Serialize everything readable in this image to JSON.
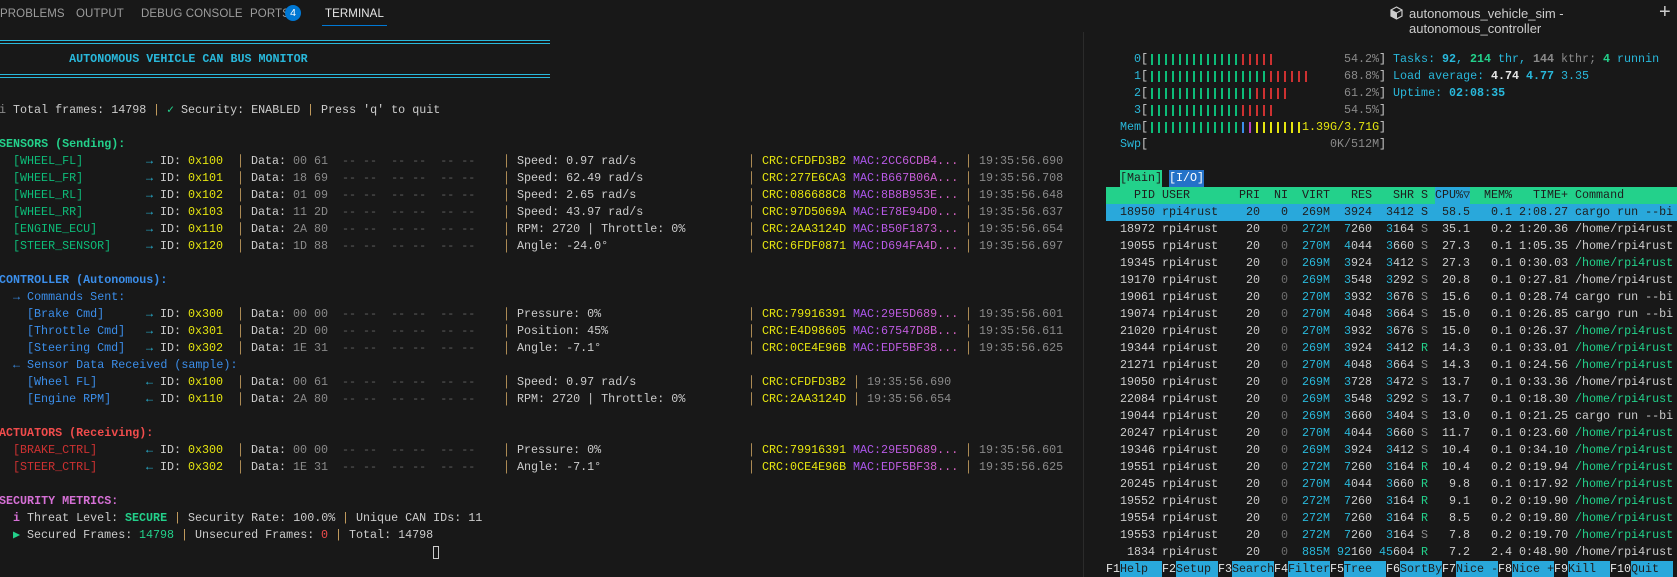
{
  "panel_tabs": [
    {
      "label": "PROBLEMS"
    },
    {
      "label": "OUTPUT"
    },
    {
      "label": "DEBUG CONSOLE"
    },
    {
      "label": "PORTS",
      "badge": "4"
    },
    {
      "label": "TERMINAL",
      "active": true
    }
  ],
  "terminal_title": "autonomous_vehicle_sim - autonomous_controller",
  "new_terminal_label": "+",
  "colors": {
    "background": "#181818",
    "cyan": "#29b8db",
    "green": "#23d18b",
    "dark_green": "#0dbc79",
    "blue": "#3b8eea",
    "red": "#f14c4c",
    "dark_red": "#cd3131",
    "yellow": "#e5e510",
    "magenta": "#d670d6",
    "gray": "#8a8a8a",
    "separator": "#c8a060"
  },
  "can_labels": {
    "id": "ID:",
    "data": "Data:",
    "empty_bytes": "-- --  -- --  -- --",
    "sep": "│"
  },
  "left": {
    "lines": [
      {
        "kind": "border"
      },
      {
        "segments": [
          {
            "t": "          AUTONOMOUS VEHICLE CAN BUS MONITOR",
            "c": "#29b8db",
            "b": true
          }
        ]
      },
      {
        "kind": "border"
      },
      {},
      {
        "segments": [
          {
            "t": "i",
            "c": "#8a8a8a"
          },
          {
            "t": " Total frames: 14798 ",
            "c": "#cccccc"
          },
          {
            "t": "|",
            "c": "#c8a060"
          },
          {
            "t": " ✓",
            "c": "#23d18b"
          },
          {
            "t": " Security: ENABLED ",
            "c": "#cccccc"
          },
          {
            "t": "|",
            "c": "#c8a060"
          },
          {
            "t": " Press 'q' to quit",
            "c": "#cccccc"
          }
        ]
      },
      {},
      {
        "segments": [
          {
            "t": "SENSORS (Sending):",
            "c": "#23d18b",
            "b": true
          }
        ]
      },
      {
        "can": {
          "indent": 2,
          "name": "[WHEEL_FL]",
          "name_color": "#0dbc79",
          "dir": "→",
          "id": "0x100",
          "data": "00 61",
          "value": "Speed: 0.97 rad/s",
          "crc": "CRC:CFDFD3B2",
          "mac": "MAC:2CC6CDB4...",
          "time": "19:35:56.690"
        }
      },
      {
        "can": {
          "indent": 2,
          "name": "[WHEEL_FR]",
          "name_color": "#0dbc79",
          "dir": "→",
          "id": "0x101",
          "data": "18 69",
          "value": "Speed: 62.49 rad/s",
          "crc": "CRC:277E6CA3",
          "mac": "MAC:B667B06A...",
          "time": "19:35:56.708"
        }
      },
      {
        "can": {
          "indent": 2,
          "name": "[WHEEL_RL]",
          "name_color": "#0dbc79",
          "dir": "→",
          "id": "0x102",
          "data": "01 09",
          "value": "Speed: 2.65 rad/s",
          "crc": "CRC:086688C8",
          "mac": "MAC:8B8B953E...",
          "time": "19:35:56.648"
        }
      },
      {
        "can": {
          "indent": 2,
          "name": "[WHEEL_RR]",
          "name_color": "#0dbc79",
          "dir": "→",
          "id": "0x103",
          "data": "11 2D",
          "value": "Speed: 43.97 rad/s",
          "crc": "CRC:97D5069A",
          "mac": "MAC:E78E94D0...",
          "time": "19:35:56.637"
        }
      },
      {
        "can": {
          "indent": 2,
          "name": "[ENGINE_ECU]",
          "name_color": "#0dbc79",
          "dir": "→",
          "id": "0x110",
          "data": "2A 80",
          "value": "RPM: 2720 | Throttle: 0%",
          "crc": "CRC:2AA3124D",
          "mac": "MAC:B50F1873...",
          "time": "19:35:56.654"
        }
      },
      {
        "can": {
          "indent": 2,
          "name": "[STEER_SENSOR]",
          "name_color": "#0dbc79",
          "dir": "→",
          "id": "0x120",
          "data": "1D 88",
          "value": "Angle: -24.0°",
          "crc": "CRC:6FDF0871",
          "mac": "MAC:D694FA4D...",
          "time": "19:35:56.697"
        }
      },
      {},
      {
        "segments": [
          {
            "t": "CONTROLLER (Autonomous):",
            "c": "#3b8eea",
            "b": true
          }
        ]
      },
      {
        "segments": [
          {
            "t": "  → Commands Sent:",
            "c": "#3b8eea"
          }
        ]
      },
      {
        "can": {
          "indent": 4,
          "name": "[Brake Cmd]",
          "name_color": "#3b8eea",
          "dir": "→",
          "id": "0x300",
          "data": "00 00",
          "value": "Pressure: 0%",
          "crc": "CRC:79916391",
          "mac": "MAC:29E5D689...",
          "time": "19:35:56.601"
        }
      },
      {
        "can": {
          "indent": 4,
          "name": "[Throttle Cmd]",
          "name_color": "#3b8eea",
          "dir": "→",
          "id": "0x301",
          "data": "2D 00",
          "value": "Position: 45%",
          "crc": "CRC:E4D98605",
          "mac": "MAC:67547D8B...",
          "time": "19:35:56.611"
        }
      },
      {
        "can": {
          "indent": 4,
          "name": "[Steering Cmd]",
          "name_color": "#3b8eea",
          "dir": "→",
          "id": "0x302",
          "data": "1E 31",
          "value": "Angle: -7.1°",
          "crc": "CRC:0CE4E96B",
          "mac": "MAC:EDF5BF38...",
          "time": "19:35:56.625"
        }
      },
      {
        "segments": [
          {
            "t": "  ← Sensor Data Received (sample):",
            "c": "#3b8eea"
          }
        ]
      },
      {
        "can": {
          "indent": 4,
          "name": "[Wheel FL]",
          "name_color": "#3b8eea",
          "dir": "←",
          "id": "0x100",
          "data": "00 61",
          "value": "Speed: 0.97 rad/s",
          "crc": "CRC:CFDFD3B2",
          "time": "19:35:56.690"
        }
      },
      {
        "can": {
          "indent": 4,
          "name": "[Engine RPM]",
          "name_color": "#3b8eea",
          "dir": "←",
          "id": "0x110",
          "data": "2A 80",
          "value": "RPM: 2720 | Throttle: 0%",
          "crc": "CRC:2AA3124D",
          "time": "19:35:56.654"
        }
      },
      {},
      {
        "segments": [
          {
            "t": "ACTUATORS (Receiving):",
            "c": "#f14c4c",
            "b": true
          }
        ]
      },
      {
        "can": {
          "indent": 2,
          "name": "[BRAKE_CTRL]",
          "name_color": "#cd3131",
          "dir": "←",
          "id": "0x300",
          "data": "00 00",
          "value": "Pressure: 0%",
          "crc": "CRC:79916391",
          "mac": "MAC:29E5D689...",
          "time": "19:35:56.601"
        }
      },
      {
        "can": {
          "indent": 2,
          "name": "[STEER_CTRL]",
          "name_color": "#cd3131",
          "dir": "←",
          "id": "0x302",
          "data": "1E 31",
          "value": "Angle: -7.1°",
          "crc": "CRC:0CE4E96B",
          "mac": "MAC:EDF5BF38...",
          "time": "19:35:56.625"
        }
      },
      {},
      {
        "segments": [
          {
            "t": "SECURITY METRICS:",
            "c": "#d670d6",
            "b": true
          }
        ]
      },
      {
        "segments": [
          {
            "t": "  "
          },
          {
            "t": "i",
            "c": "#d670d6",
            "b": true
          },
          {
            "t": " Threat Level: ",
            "c": "#cccccc"
          },
          {
            "t": "SECURE",
            "c": "#23d18b",
            "b": true
          },
          {
            "t": " | ",
            "c": "#c8a060"
          },
          {
            "t": "Security Rate: 100.0% ",
            "c": "#cccccc"
          },
          {
            "t": "|",
            "c": "#c8a060"
          },
          {
            "t": " Unique CAN IDs: 11",
            "c": "#cccccc"
          }
        ]
      },
      {
        "segments": [
          {
            "t": "  "
          },
          {
            "t": "▶",
            "c": "#23d18b"
          },
          {
            "t": " Secured Frames: ",
            "c": "#cccccc"
          },
          {
            "t": "14798",
            "c": "#23d18b"
          },
          {
            "t": " | ",
            "c": "#c8a060"
          },
          {
            "t": "Unsecured Frames: ",
            "c": "#cccccc"
          },
          {
            "t": "0",
            "c": "#f14c4c"
          },
          {
            "t": " | ",
            "c": "#c8a060"
          },
          {
            "t": "Total: 14798",
            "c": "#cccccc"
          }
        ]
      }
    ]
  },
  "htop": {
    "cpus": [
      {
        "label": "0",
        "percent": "54.2%"
      },
      {
        "label": "1",
        "percent": "68.8%"
      },
      {
        "label": "2",
        "percent": "61.2%"
      },
      {
        "label": "3",
        "percent": "54.5%"
      }
    ],
    "mem": {
      "label": "Mem",
      "value": "1.39G/3.71G"
    },
    "swp": {
      "label": "Swp",
      "value": "0K/512M"
    },
    "summary": [
      [
        {
          "t": "Tasks: ",
          "c": "#29b8db"
        },
        {
          "t": "92",
          "c": "#29b8db",
          "b": true
        },
        {
          "t": ", ",
          "c": "#29b8db"
        },
        {
          "t": "214",
          "c": "#23d18b",
          "b": true
        },
        {
          "t": " thr, ",
          "c": "#29b8db"
        },
        {
          "t": "144",
          "c": "#8a8a8a",
          "b": true
        },
        {
          "t": " kthr; ",
          "c": "#8a8a8a"
        },
        {
          "t": "4",
          "c": "#23d18b",
          "b": true
        },
        {
          "t": " runnin",
          "c": "#29b8db"
        }
      ],
      [
        {
          "t": "Load average: ",
          "c": "#29b8db"
        },
        {
          "t": "4.74",
          "c": "#e7e7e7",
          "b": true
        },
        {
          "t": " 4.77",
          "c": "#29b8db",
          "b": true
        },
        {
          "t": " 3.35",
          "c": "#29b8db"
        }
      ],
      [
        {
          "t": "Uptime: ",
          "c": "#29b8db"
        },
        {
          "t": "02:08:35",
          "c": "#29b8db",
          "b": true
        }
      ]
    ],
    "tabs": [
      {
        "label": "[Main]",
        "active": true
      },
      {
        "label": "[I/O]"
      }
    ],
    "columns": [
      "PID",
      "USER",
      "PRI",
      "NI",
      "VIRT",
      "RES",
      "SHR",
      "S",
      "CPU%▽",
      "MEM%",
      "TIME+",
      "Command"
    ],
    "sort_column": "CPU%▽",
    "rows": [
      {
        "pid": "18950",
        "user": "rpi4rust",
        "pri": "20",
        "ni": "0",
        "virt": "269M",
        "res": "3924",
        "shr": "3412",
        "s": "S",
        "cpu": "58.5",
        "mem": "0.1",
        "time": "2:08.27",
        "command": "cargo run --bi",
        "selected": true
      },
      {
        "pid": "18972",
        "user": "rpi4rust",
        "pri": "20",
        "ni": "0",
        "virt": "272M",
        "res": "7260",
        "shr": "3164",
        "s": "S",
        "cpu": "35.1",
        "mem": "0.2",
        "time": "1:20.36",
        "command": "/home/rpi4rust"
      },
      {
        "pid": "19055",
        "user": "rpi4rust",
        "pri": "20",
        "ni": "0",
        "virt": "270M",
        "res": "4044",
        "shr": "3660",
        "s": "S",
        "cpu": "27.3",
        "mem": "0.1",
        "time": "1:05.35",
        "command": "/home/rpi4rust"
      },
      {
        "pid": "19345",
        "user": "rpi4rust",
        "pri": "20",
        "ni": "0",
        "virt": "269M",
        "res": "3924",
        "shr": "3412",
        "s": "S",
        "cpu": "27.3",
        "mem": "0.1",
        "time": "0:30.03",
        "command": "/home/rpi4rust",
        "thread": true
      },
      {
        "pid": "19170",
        "user": "rpi4rust",
        "pri": "20",
        "ni": "0",
        "virt": "269M",
        "res": "3548",
        "shr": "3292",
        "s": "S",
        "cpu": "20.8",
        "mem": "0.1",
        "time": "0:27.81",
        "command": "/home/rpi4rust"
      },
      {
        "pid": "19061",
        "user": "rpi4rust",
        "pri": "20",
        "ni": "0",
        "virt": "270M",
        "res": "3932",
        "shr": "3676",
        "s": "S",
        "cpu": "15.6",
        "mem": "0.1",
        "time": "0:28.74",
        "command": "cargo run --bi"
      },
      {
        "pid": "19074",
        "user": "rpi4rust",
        "pri": "20",
        "ni": "0",
        "virt": "270M",
        "res": "4048",
        "shr": "3664",
        "s": "S",
        "cpu": "15.0",
        "mem": "0.1",
        "time": "0:26.85",
        "command": "cargo run --bi"
      },
      {
        "pid": "21020",
        "user": "rpi4rust",
        "pri": "20",
        "ni": "0",
        "virt": "270M",
        "res": "3932",
        "shr": "3676",
        "s": "S",
        "cpu": "15.0",
        "mem": "0.1",
        "time": "0:26.37",
        "command": "/home/rpi4rust",
        "thread": true
      },
      {
        "pid": "19344",
        "user": "rpi4rust",
        "pri": "20",
        "ni": "0",
        "virt": "269M",
        "res": "3924",
        "shr": "3412",
        "s": "R",
        "cpu": "14.3",
        "mem": "0.1",
        "time": "0:33.01",
        "command": "/home/rpi4rust",
        "thread": true
      },
      {
        "pid": "21271",
        "user": "rpi4rust",
        "pri": "20",
        "ni": "0",
        "virt": "270M",
        "res": "4048",
        "shr": "3664",
        "s": "S",
        "cpu": "14.3",
        "mem": "0.1",
        "time": "0:24.56",
        "command": "/home/rpi4rust",
        "thread": true
      },
      {
        "pid": "19050",
        "user": "rpi4rust",
        "pri": "20",
        "ni": "0",
        "virt": "269M",
        "res": "3728",
        "shr": "3472",
        "s": "S",
        "cpu": "13.7",
        "mem": "0.1",
        "time": "0:33.36",
        "command": "/home/rpi4rust"
      },
      {
        "pid": "22084",
        "user": "rpi4rust",
        "pri": "20",
        "ni": "0",
        "virt": "269M",
        "res": "3548",
        "shr": "3292",
        "s": "S",
        "cpu": "13.7",
        "mem": "0.1",
        "time": "0:18.30",
        "command": "/home/rpi4rust",
        "thread": true
      },
      {
        "pid": "19044",
        "user": "rpi4rust",
        "pri": "20",
        "ni": "0",
        "virt": "269M",
        "res": "3660",
        "shr": "3404",
        "s": "S",
        "cpu": "13.0",
        "mem": "0.1",
        "time": "0:21.25",
        "command": "cargo run --bi"
      },
      {
        "pid": "20247",
        "user": "rpi4rust",
        "pri": "20",
        "ni": "0",
        "virt": "270M",
        "res": "4044",
        "shr": "3660",
        "s": "S",
        "cpu": "11.7",
        "mem": "0.1",
        "time": "0:23.60",
        "command": "/home/rpi4rust",
        "thread": true
      },
      {
        "pid": "19346",
        "user": "rpi4rust",
        "pri": "20",
        "ni": "0",
        "virt": "269M",
        "res": "3924",
        "shr": "3412",
        "s": "S",
        "cpu": "10.4",
        "mem": "0.1",
        "time": "0:34.10",
        "command": "/home/rpi4rust",
        "thread": true
      },
      {
        "pid": "19551",
        "user": "rpi4rust",
        "pri": "20",
        "ni": "0",
        "virt": "272M",
        "res": "7260",
        "shr": "3164",
        "s": "R",
        "cpu": "10.4",
        "mem": "0.2",
        "time": "0:19.94",
        "command": "/home/rpi4rust",
        "thread": true
      },
      {
        "pid": "20245",
        "user": "rpi4rust",
        "pri": "20",
        "ni": "0",
        "virt": "270M",
        "res": "4044",
        "shr": "3660",
        "s": "R",
        "cpu": "9.8",
        "mem": "0.1",
        "time": "0:17.92",
        "command": "/home/rpi4rust",
        "thread": true
      },
      {
        "pid": "19552",
        "user": "rpi4rust",
        "pri": "20",
        "ni": "0",
        "virt": "272M",
        "res": "7260",
        "shr": "3164",
        "s": "R",
        "cpu": "9.1",
        "mem": "0.2",
        "time": "0:19.90",
        "command": "/home/rpi4rust",
        "thread": true
      },
      {
        "pid": "19554",
        "user": "rpi4rust",
        "pri": "20",
        "ni": "0",
        "virt": "272M",
        "res": "7260",
        "shr": "3164",
        "s": "R",
        "cpu": "8.5",
        "mem": "0.2",
        "time": "0:19.80",
        "command": "/home/rpi4rust",
        "thread": true
      },
      {
        "pid": "19553",
        "user": "rpi4rust",
        "pri": "20",
        "ni": "0",
        "virt": "272M",
        "res": "7260",
        "shr": "3164",
        "s": "S",
        "cpu": "7.8",
        "mem": "0.2",
        "time": "0:19.70",
        "command": "/home/rpi4rust",
        "thread": true
      },
      {
        "pid": "1834",
        "user": "rpi4rust",
        "pri": "20",
        "ni": "0",
        "virt": "885M",
        "res": "92160",
        "shr": "45604",
        "s": "R",
        "cpu": "7.2",
        "mem": "2.4",
        "time": "0:48.90",
        "command": "/home/rpi4rust"
      }
    ],
    "fkeys": [
      {
        "key": "F1",
        "label": "Help  "
      },
      {
        "key": "F2",
        "label": "Setup "
      },
      {
        "key": "F3",
        "label": "Search"
      },
      {
        "key": "F4",
        "label": "Filter"
      },
      {
        "key": "F5",
        "label": "Tree  "
      },
      {
        "key": "F6",
        "label": "SortBy"
      },
      {
        "key": "F7",
        "label": "Nice -"
      },
      {
        "key": "F8",
        "label": "Nice +"
      },
      {
        "key": "F9",
        "label": "Kill  "
      },
      {
        "key": "F10",
        "label": "Quit  "
      }
    ]
  }
}
